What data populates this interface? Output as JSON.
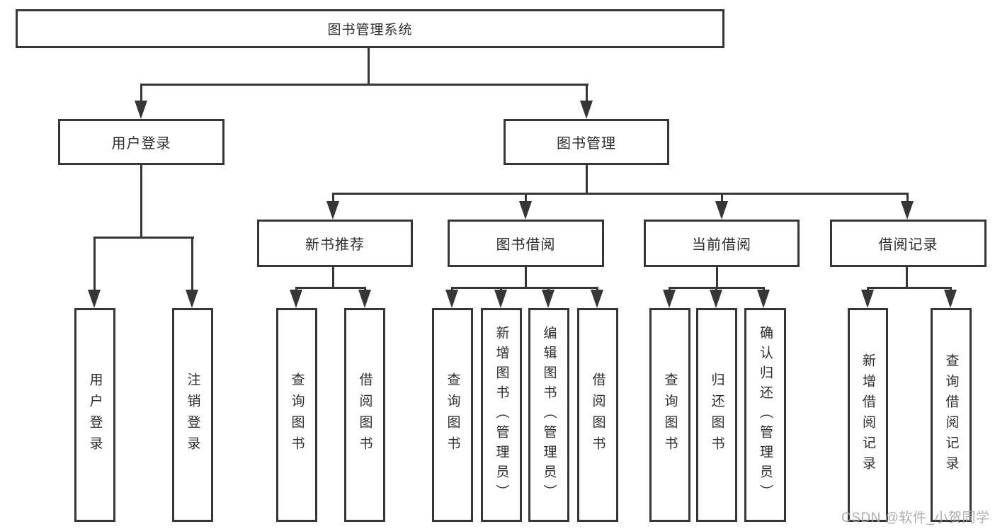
{
  "diagram": {
    "type": "hierarchy-tree",
    "colors": {
      "line": "#363636",
      "node_border": "#363636",
      "text": "#2d2d2d",
      "background": "#ffffff",
      "watermark": "#a8a8a8"
    }
  },
  "nodes": {
    "root": {
      "label": "图书管理系统"
    },
    "user_login": {
      "label": "用户登录"
    },
    "book_mgmt": {
      "label": "图书管理"
    },
    "new_book_rec": {
      "label": "新书推荐"
    },
    "book_borrow": {
      "label": "图书借阅"
    },
    "current_borrow": {
      "label": "当前借阅"
    },
    "borrow_records": {
      "label": "借阅记录"
    },
    "leaf_user_login": {
      "label": "用户登录"
    },
    "leaf_logout": {
      "label": "注销登录"
    },
    "leaf_nb_query": {
      "label": "查询图书"
    },
    "leaf_nb_borrow": {
      "label": "借阅图书"
    },
    "leaf_bb_query": {
      "label": "查询图书"
    },
    "leaf_bb_add": {
      "label": "新增图书（管理员）"
    },
    "leaf_bb_edit": {
      "label": "编辑图书（管理员）"
    },
    "leaf_bb_borrow": {
      "label": "借阅图书"
    },
    "leaf_cb_query": {
      "label": "查询图书"
    },
    "leaf_cb_return": {
      "label": "归还图书"
    },
    "leaf_cb_confirm": {
      "label": "确认归还（管理员）"
    },
    "leaf_br_add": {
      "label": "新增借阅记录"
    },
    "leaf_br_query": {
      "label": "查询借阅记录"
    }
  },
  "structure": {
    "图书管理系统": {
      "用户登录": [
        "用户登录",
        "注销登录"
      ],
      "图书管理": {
        "新书推荐": [
          "查询图书",
          "借阅图书"
        ],
        "图书借阅": [
          "查询图书",
          "新增图书（管理员）",
          "编辑图书（管理员）",
          "借阅图书"
        ],
        "当前借阅": [
          "查询图书",
          "归还图书",
          "确认归还（管理员）"
        ],
        "借阅记录": [
          "新增借阅记录",
          "查询借阅记录"
        ]
      }
    }
  },
  "watermark": {
    "text": "CSDN @软件_小贺同学"
  }
}
